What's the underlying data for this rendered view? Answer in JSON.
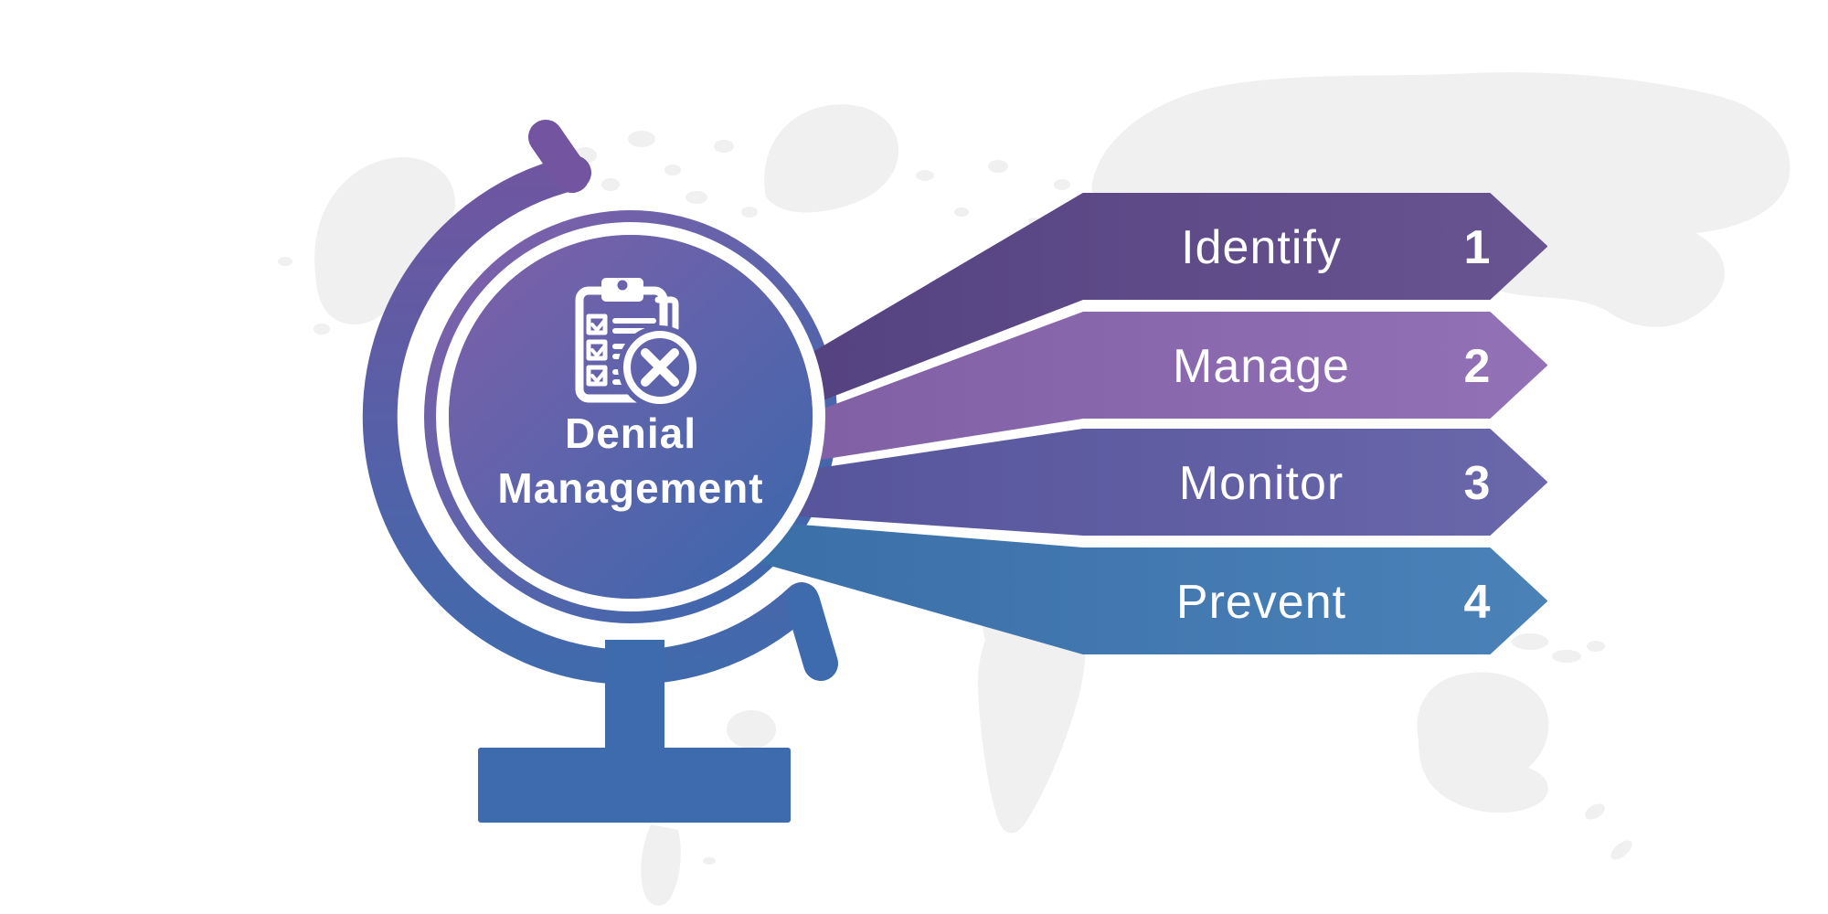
{
  "title": {
    "line1": "Denial",
    "line2": "Management"
  },
  "globe": {
    "icon": "denied-checklist-icon",
    "colors": {
      "sphere_top_left": "#7d60aa",
      "sphere_bottom_right": "#3a67ac",
      "ring": "#ffffff",
      "arc_top": "#7254a0",
      "arc_bottom": "#3e6bad",
      "stand": "#3e6bad",
      "icon_color": "#ffffff",
      "text": "#ffffff"
    }
  },
  "steps": [
    {
      "number": "1",
      "label": "Identify",
      "color_start": "#53407f",
      "color_end": "#685490"
    },
    {
      "number": "2",
      "label": "Manage",
      "color_start": "#7f5ea4",
      "color_end": "#9371b7"
    },
    {
      "number": "3",
      "label": "Monitor",
      "color_start": "#55539a",
      "color_end": "#6a67ab"
    },
    {
      "number": "4",
      "label": "Prevent",
      "color_start": "#3a6fa7",
      "color_end": "#4a82b8"
    }
  ],
  "background": {
    "color": "#ffffff",
    "map_color": "#f0f0f0"
  }
}
